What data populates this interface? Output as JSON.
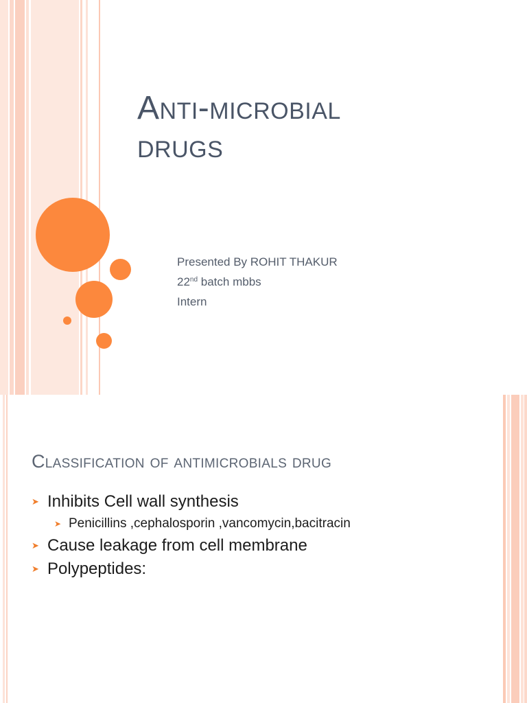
{
  "slide1": {
    "title_line1": "Anti-microbial",
    "title_line2": "drugs",
    "presenter": "Presented By ROHIT THAKUR",
    "batch_number": "22",
    "batch_suffix": "nd",
    "batch_text": " batch mbbs",
    "role": "Intern"
  },
  "slide2": {
    "heading": "Classification of antimicrobials drug",
    "bullets": {
      "b1": "Inhibits Cell wall synthesis",
      "b1_sub": "Penicillins ,cephalosporin ,vancomycin,bacitracin",
      "b2": "Cause leakage from cell membrane",
      "b3": "Polypeptides:"
    }
  },
  "theme": {
    "accent": "#fc883d",
    "stripe_light": "#fde6dc",
    "stripe_mid": "#fbd0c0",
    "title_color": "#4a5567"
  }
}
